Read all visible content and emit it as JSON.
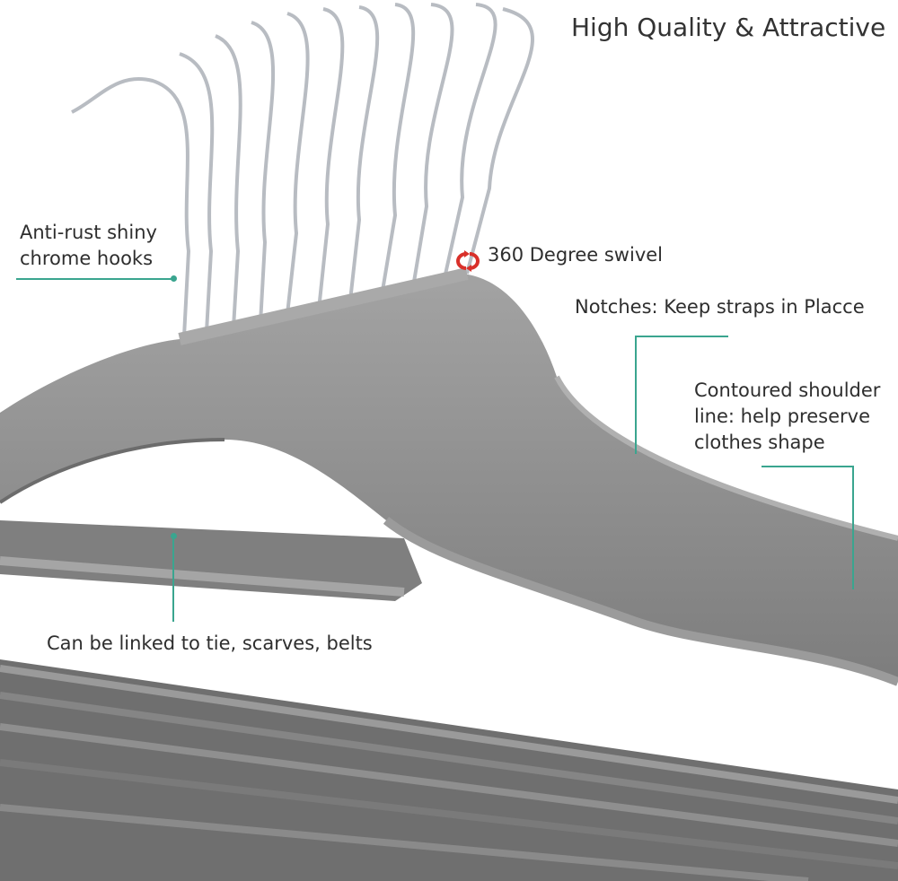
{
  "title": "High Quality & Attractive",
  "callouts": {
    "hooks": [
      "Anti-rust shiny",
      "chrome hooks"
    ],
    "swivel": "360 Degree swivel",
    "notches": "Notches: Keep straps in Placce",
    "shoulder": [
      "Contoured shoulder",
      "line: help preserve",
      "clothes shape"
    ],
    "bar": "Can be linked to tie, scarves, belts"
  },
  "colors": {
    "accent": "#3aa58f",
    "swivel": "#d9302a",
    "hanger": "#8e8e8e",
    "chrome": "#b8bcc2"
  },
  "icons": [
    "swivel-rotate-icon"
  ]
}
